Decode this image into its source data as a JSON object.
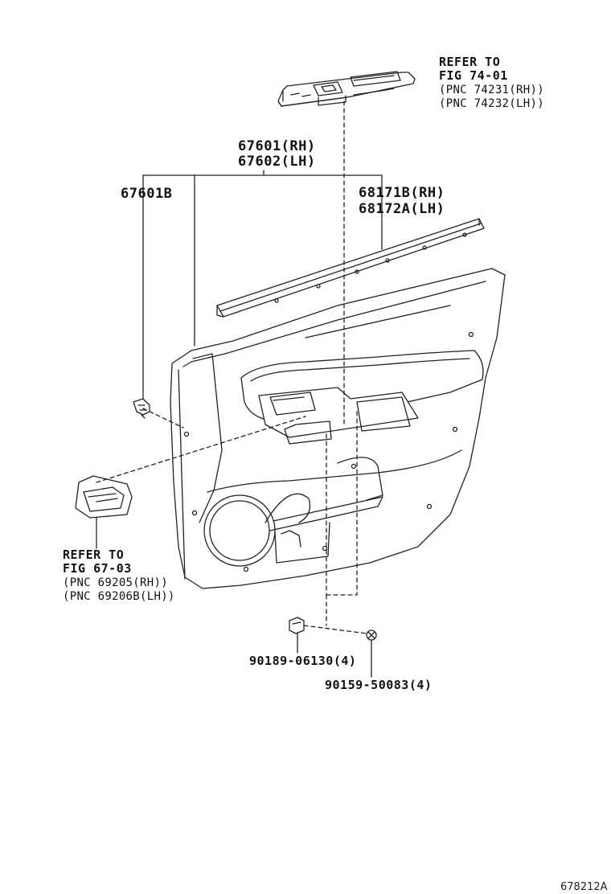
{
  "switch_ref": {
    "line1": "REFER TO",
    "line2": "FIG 74-01",
    "line3": "(PNC 74231(RH))",
    "line4": "(PNC 74232(LH))"
  },
  "panel": {
    "rh": "67601(RH)",
    "lh": "67602(LH)"
  },
  "clip_part": "67601B",
  "weatherstrip": {
    "rh": "68171B(RH)",
    "lh": "68172A(LH)"
  },
  "handle_ref": {
    "line1": "REFER TO",
    "line2": "FIG 67-03",
    "line3": "(PNC 69205(RH))",
    "line4": "(PNC 69206B(LH))"
  },
  "nut_part": "90189-06130(4)",
  "screw_part": "90159-50083(4)",
  "figure_code": "678212A"
}
